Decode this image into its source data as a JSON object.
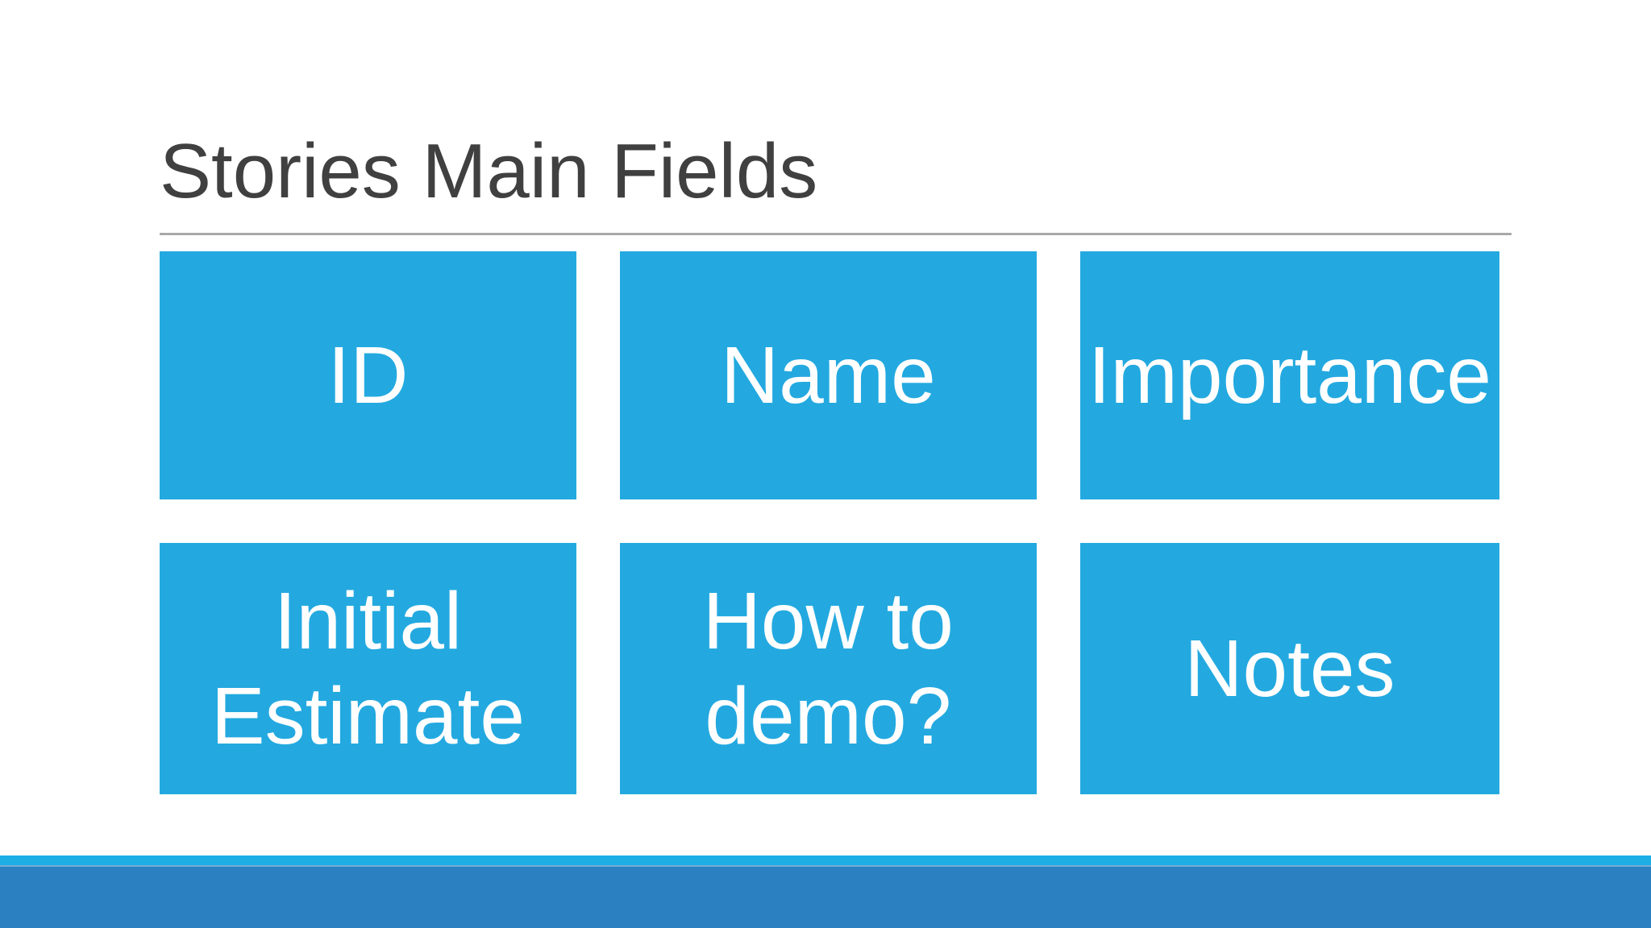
{
  "slide": {
    "title": "Stories Main Fields",
    "boxes": [
      {
        "label": "ID"
      },
      {
        "label": "Name"
      },
      {
        "label": "Importance"
      },
      {
        "label": "Initial Estimate"
      },
      {
        "label": "How to demo?"
      },
      {
        "label": "Notes"
      }
    ],
    "colors": {
      "background": "#ffffff",
      "title_text": "#404040",
      "divider": "#a8a8a8",
      "box_fill": "#23a9e0",
      "box_text": "#ffffff",
      "footer_strip": "#1eaee6",
      "footer_band": "#2a80c1"
    }
  }
}
